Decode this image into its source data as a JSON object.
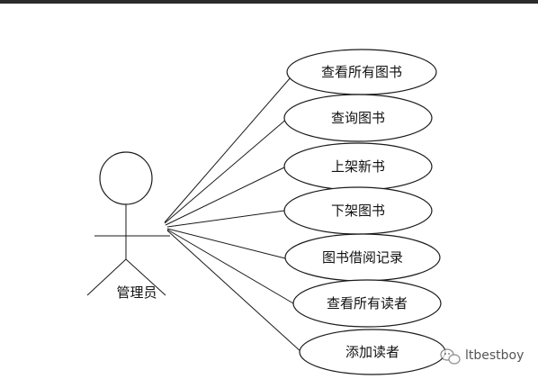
{
  "actor": {
    "label": "管理员"
  },
  "use_cases": [
    {
      "label": "查看所有图书"
    },
    {
      "label": "查询图书"
    },
    {
      "label": "上架新书"
    },
    {
      "label": "下架图书"
    },
    {
      "label": "图书借阅记录"
    },
    {
      "label": "查看所有读者"
    },
    {
      "label": "添加读者"
    }
  ],
  "watermark": {
    "text": "ltbestboy",
    "icon": "wechat-icon"
  }
}
